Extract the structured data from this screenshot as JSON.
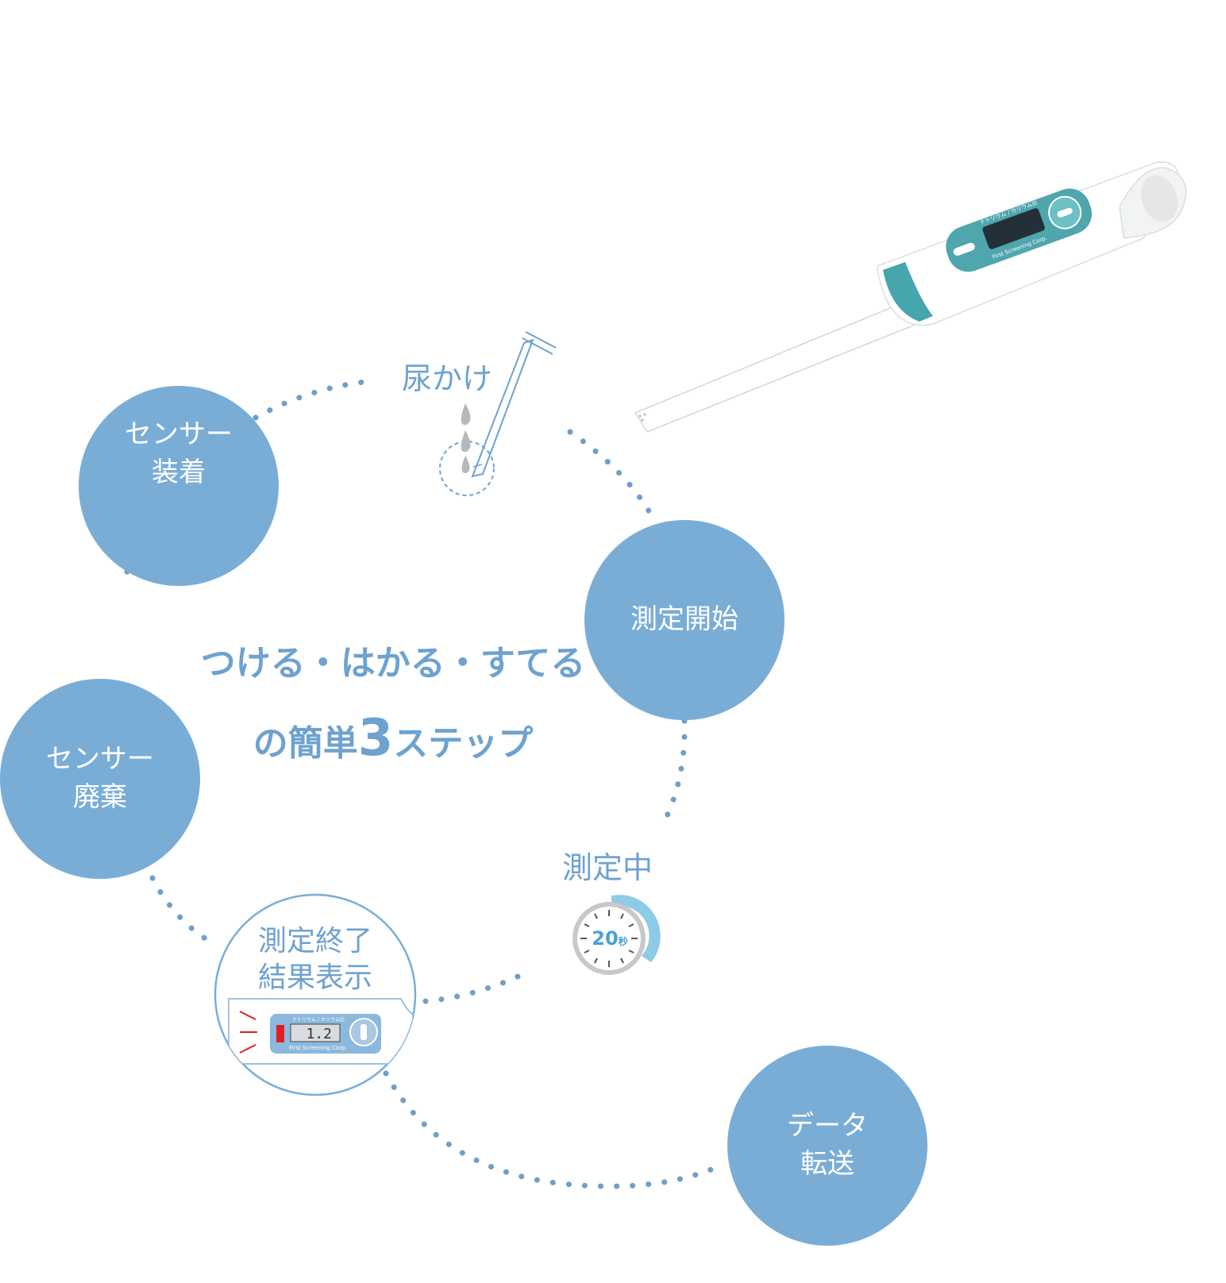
{
  "steps": {
    "attach": {
      "line1": "センサー",
      "line2": "装着"
    },
    "apply": {
      "label": "尿かけ"
    },
    "start": {
      "label": "測定開始"
    },
    "measuring": {
      "label": "測定中",
      "timer": "20",
      "timer_unit": "秒"
    },
    "result": {
      "line1": "測定終了",
      "line2": "結果表示"
    },
    "transfer": {
      "line1": "データ",
      "line2": "転送"
    },
    "discard": {
      "line1": "センサー",
      "line2": "廃棄"
    }
  },
  "headline": {
    "line1": "つける・はかる・すてる",
    "line2_pre": "の簡単",
    "line2_num": "3",
    "line2_post": "ステップ"
  },
  "device": {
    "panel_title": "ナトリウム / カリウム比",
    "brand": "First Screening Corp.",
    "reading": "1.2"
  },
  "colors": {
    "circle": "#7aadd6",
    "accent_text": "#6ea2cf",
    "dots": "#6f9fcb",
    "teal": "#4fa6ac",
    "timer_arc": "#8ecbe6",
    "warning_red": "#e02020"
  },
  "icons": [
    "urine-drop-icon",
    "test-strip-icon",
    "stopwatch-icon",
    "arrow-right-icon",
    "device-icon"
  ]
}
